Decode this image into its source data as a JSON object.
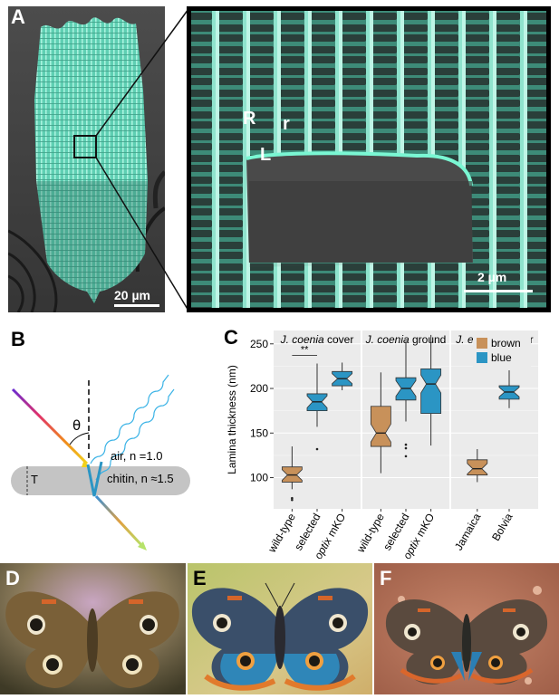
{
  "panels": {
    "a": {
      "letter": "A",
      "scalebar_left": "20 µm",
      "scalebar_right": "2 µm",
      "labels": {
        "R": "R",
        "r": "r",
        "L": "L"
      }
    },
    "b": {
      "letter": "B",
      "theta": "θ",
      "air_label": "air, n =1.0",
      "chitin_label": "chitin, n ≈1.5",
      "thickness_label": "T"
    },
    "c": {
      "letter": "C"
    },
    "d": {
      "letter": "D"
    },
    "e": {
      "letter": "E"
    },
    "f": {
      "letter": "F"
    }
  },
  "colors": {
    "brown": "#c8915a",
    "blue": "#2b95c4",
    "cyan": "#6ee0c3"
  },
  "chart_data": {
    "type": "box",
    "ylabel": "Lamina thickness (nm)",
    "ylim": [
      65,
      265
    ],
    "yticks": [
      100,
      150,
      200,
      250
    ],
    "legend": {
      "position": "top-right",
      "entries": [
        {
          "name": "brown"
        },
        {
          "name": "blue"
        }
      ]
    },
    "facets": [
      {
        "title_italic": "J. coenia",
        "title_rest": " cover",
        "annotation": "**",
        "groups": [
          {
            "label": "wild-type",
            "label_italic": "",
            "color": "brown",
            "notched": true,
            "min": 87,
            "q1": 95,
            "median": 103,
            "q3": 112,
            "max": 135,
            "outliers": [
              75,
              77
            ]
          },
          {
            "label": "selected",
            "label_italic": "",
            "color": "blue",
            "notched": true,
            "min": 157,
            "q1": 175,
            "median": 185,
            "q3": 194,
            "max": 228,
            "outliers": [
              132
            ]
          },
          {
            "label": " mKO",
            "label_italic": "optix",
            "color": "blue",
            "notched": true,
            "min": 198,
            "q1": 203,
            "median": 211,
            "q3": 219,
            "max": 229,
            "outliers": []
          }
        ]
      },
      {
        "title_italic": "J. coenia",
        "title_rest": " ground",
        "annotation": "",
        "groups": [
          {
            "label": "wild-type",
            "label_italic": "",
            "color": "brown",
            "notched": true,
            "min": 105,
            "q1": 135,
            "median": 150,
            "q3": 180,
            "max": 218,
            "outliers": []
          },
          {
            "label": "selected",
            "label_italic": "",
            "color": "blue",
            "notched": true,
            "min": 163,
            "q1": 187,
            "median": 200,
            "q3": 212,
            "max": 253,
            "outliers": [
              124,
              133,
              137
            ]
          },
          {
            "label": " mKO",
            "label_italic": "optix",
            "color": "blue",
            "notched": true,
            "min": 136,
            "q1": 172,
            "median": 205,
            "q3": 222,
            "max": 260,
            "outliers": []
          }
        ]
      },
      {
        "title_italic": "J. evarete",
        "title_rest": " cover",
        "annotation": "",
        "groups": [
          {
            "label": "Jamaica",
            "label_italic": "",
            "color": "brown",
            "notched": true,
            "min": 95,
            "q1": 103,
            "median": 110,
            "q3": 120,
            "max": 132,
            "outliers": []
          },
          {
            "label": "Bolvia",
            "label_italic": "",
            "color": "blue",
            "notched": true,
            "min": 178,
            "q1": 188,
            "median": 196,
            "q3": 203,
            "max": 225,
            "outliers": []
          }
        ]
      }
    ]
  }
}
